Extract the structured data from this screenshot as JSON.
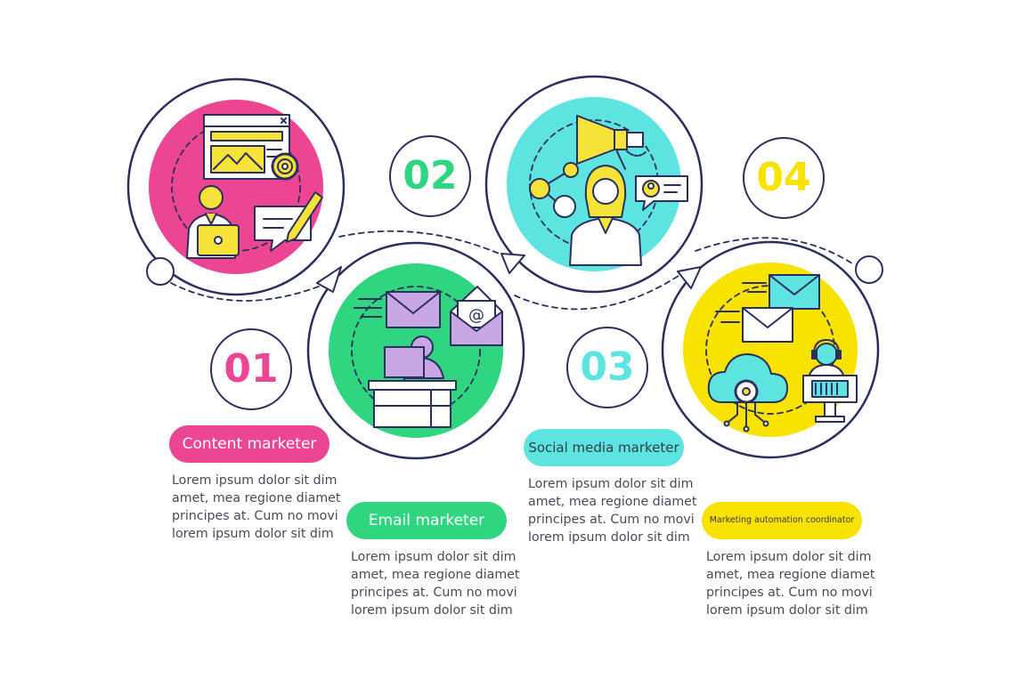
{
  "colors": {
    "pink": "#ec4594",
    "green": "#30d67f",
    "cyan": "#5ee4e0",
    "yellow": "#f8e200",
    "outline": "#2b2f5f",
    "purple_icon": "#c9a7e5",
    "yellow_icon": "#f5e33a",
    "white": "#ffffff"
  },
  "steps": [
    {
      "number": "01",
      "title": "Content marketer",
      "text": "Lorem ipsum dolor sit dim amet, mea regione diamet principes at. Cum no movi lorem ipsum dolor sit dim",
      "icons": [
        "browser-window-icon",
        "gear-icon",
        "person-with-laptop-icon",
        "message-with-pencil-icon"
      ]
    },
    {
      "number": "02",
      "title": "Email marketer",
      "text": "Lorem ipsum dolor sit dim amet, mea regione diamet principes at. Cum no movi lorem ipsum dolor sit dim",
      "icons": [
        "envelope-icon",
        "at-sign-envelope-icon",
        "person-at-desk-icon"
      ]
    },
    {
      "number": "03",
      "title": "Social media marketer",
      "text": "Lorem ipsum dolor sit dim amet, mea regione diamet principes at. Cum no movi lorem ipsum dolor sit dim",
      "icons": [
        "megaphone-icon",
        "network-nodes-icon",
        "woman-avatar-icon",
        "profile-chat-bubble-icon"
      ]
    },
    {
      "number": "04",
      "title": "Marketing automation coordinator",
      "text": "Lorem ipsum dolor sit dim amet, mea regione diamet principes at. Cum no movi lorem ipsum dolor sit dim",
      "icons": [
        "envelope-icon",
        "cloud-gear-icon",
        "headset-operator-icon",
        "monitor-icon"
      ]
    }
  ]
}
